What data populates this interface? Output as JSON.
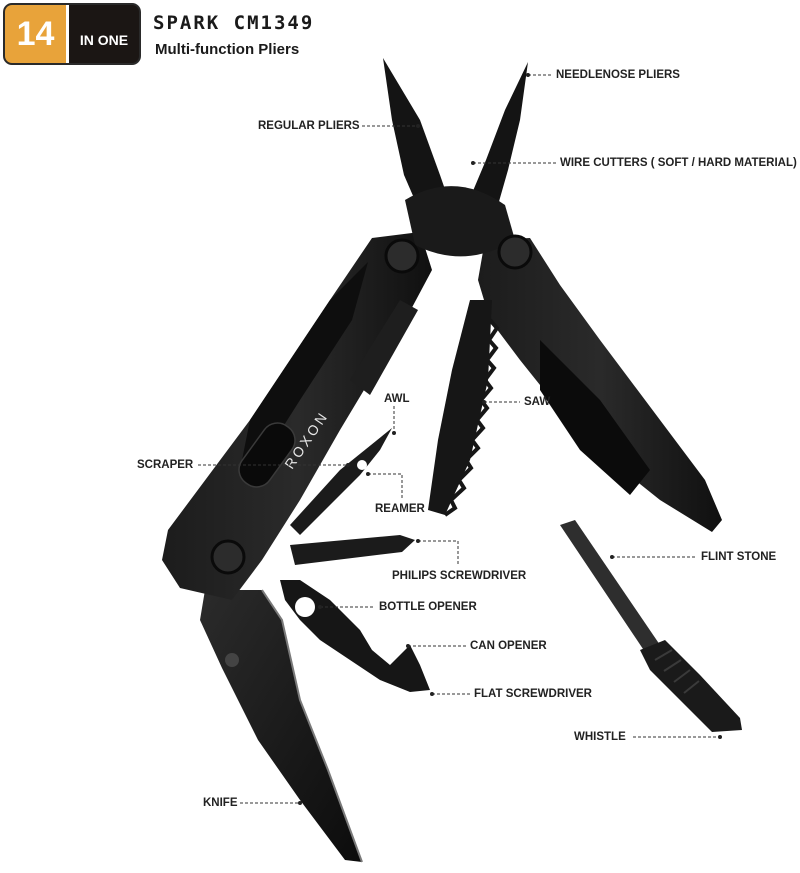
{
  "badge": {
    "number": "14",
    "text": "IN ONE"
  },
  "product": {
    "title": "SPARK CM1349",
    "subtitle": "Multi-function Pliers"
  },
  "brand_engraving": "ROXON",
  "colors": {
    "badge_accent": "#e8a33a",
    "badge_dark": "#1b1614",
    "tool_black": "#141414"
  },
  "callouts": {
    "needlenose": "NEEDLENOSE PLIERS",
    "regular": "REGULAR PLIERS",
    "wire_cutters": "WIRE CUTTERS ( SOFT / HARD MATERIAL)",
    "awl": "AWL",
    "saw": "SAW",
    "scraper": "SCRAPER",
    "reamer": "REAMER",
    "philips": "PHILIPS SCREWDRIVER",
    "bottle_opener": "BOTTLE OPENER",
    "can_opener": "CAN OPENER",
    "flat_screwdriver": "FLAT SCREWDRIVER",
    "flint_stone": "FLINT STONE",
    "whistle": "WHISTLE",
    "knife": "KNIFE"
  }
}
